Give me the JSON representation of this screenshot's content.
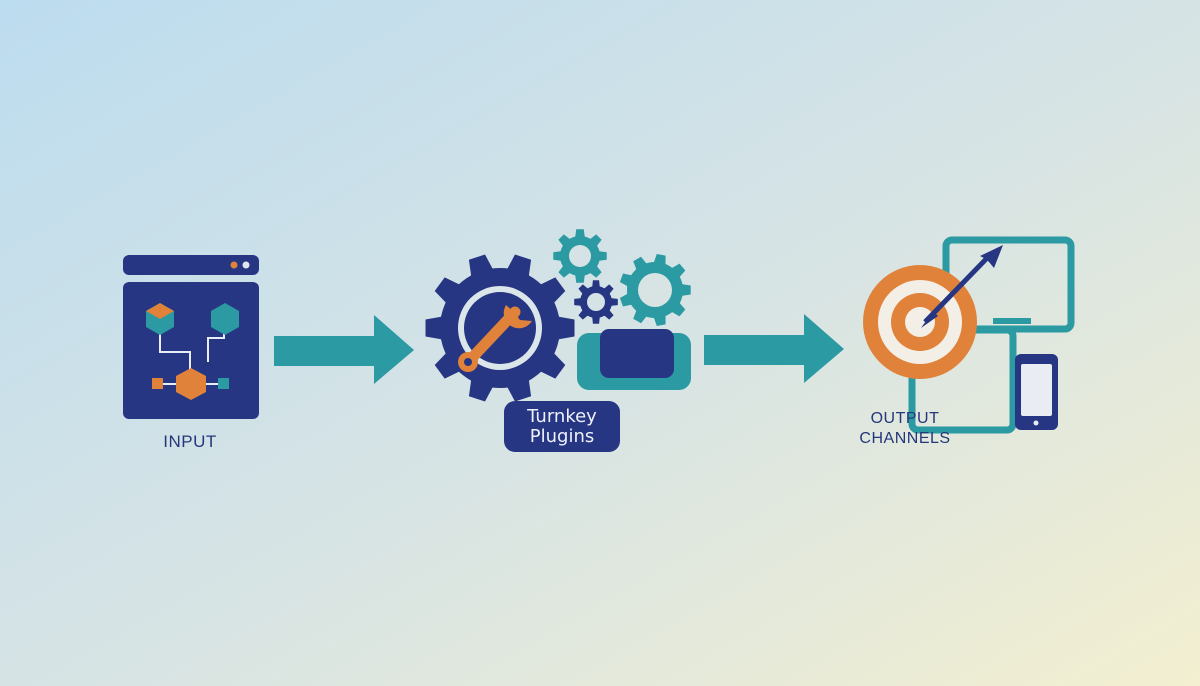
{
  "colors": {
    "navy": "#263683",
    "teal": "#2b9aa2",
    "orange": "#e0823a",
    "background_start": "#bcdcef",
    "background_end": "#f3efd0"
  },
  "icons": [
    "browser-window-icon",
    "workflow-nodes-icon",
    "gear-wrench-icon",
    "small-gear-icon",
    "target-icon",
    "arrow-icon",
    "monitor-icon",
    "tablet-icon",
    "smartphone-icon"
  ],
  "input": {
    "label": "INPUT"
  },
  "process": {
    "label_line1": "Turnkey",
    "label_line2": "Plugins"
  },
  "output": {
    "label_line1": "OUTPUT",
    "label_line2": "CHANNELS"
  }
}
